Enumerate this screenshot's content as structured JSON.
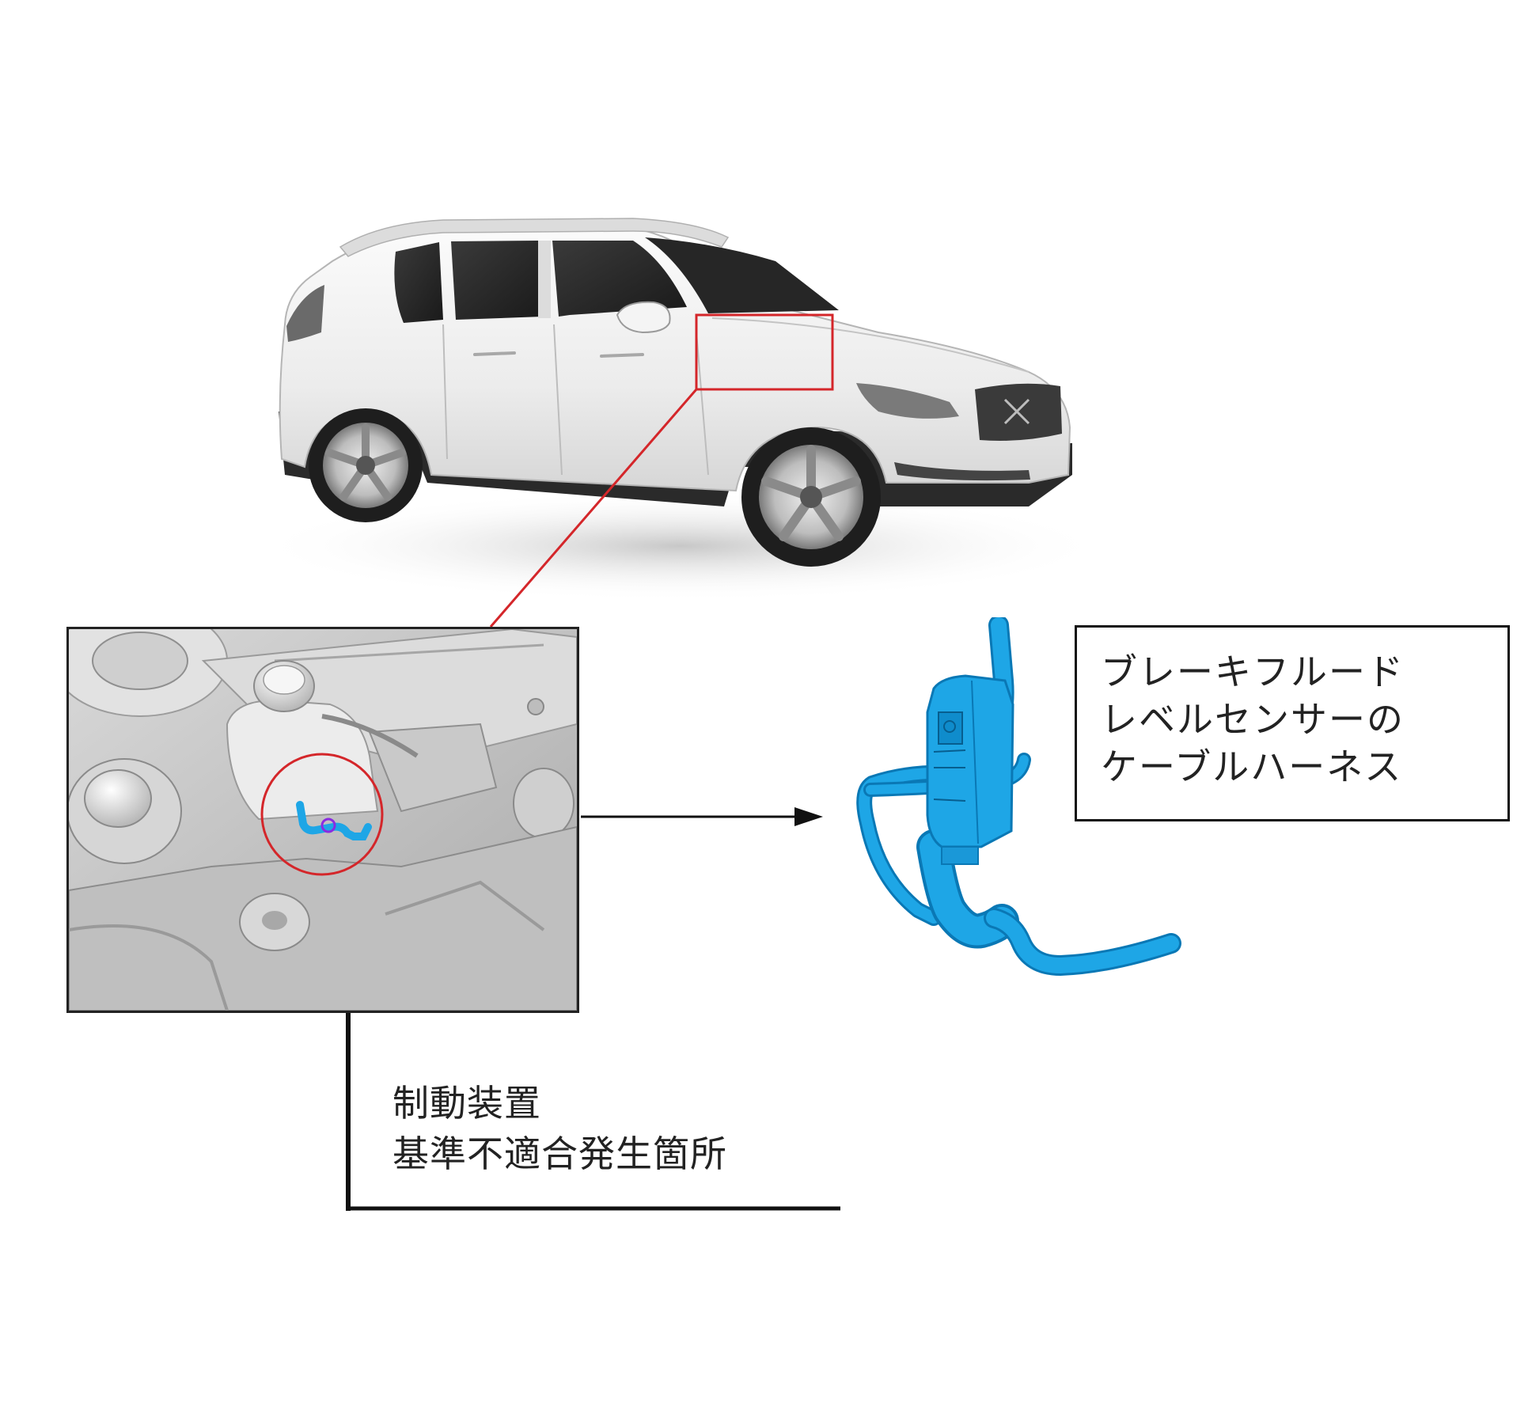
{
  "callout": {
    "line1": "ブレーキフルード",
    "line2": "レベルセンサーの",
    "line3": "ケーブルハーネス"
  },
  "label": {
    "line1": "制動装置",
    "line2": "基準不適合発生箇所"
  },
  "colors": {
    "highlight_red": "#d4262a",
    "harness_blue": "#1ea6e6",
    "harness_dark": "#0a78b5",
    "car_body": "#eeeeee",
    "frame": "#222222"
  },
  "icons": {
    "car": "suv-illustration",
    "inset": "engine-bay-closeup",
    "part": "cable-harness-3d",
    "arrows": [
      "arrow-right",
      "arrow-up"
    ]
  }
}
